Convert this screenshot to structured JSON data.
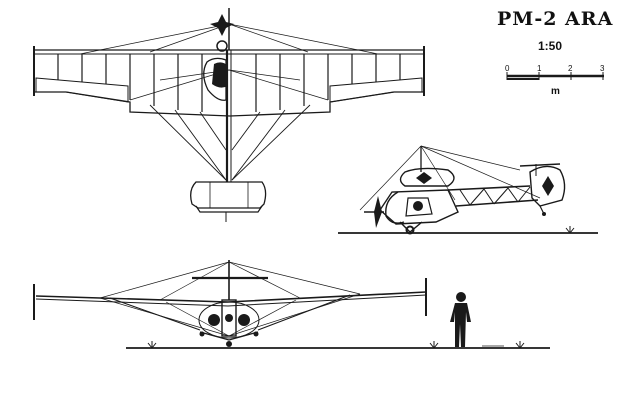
{
  "title": "PM-2 ARA",
  "scale": {
    "ratio": "1:50",
    "ticks": [
      "0",
      "1",
      "2",
      "3"
    ],
    "unit": "m"
  }
}
